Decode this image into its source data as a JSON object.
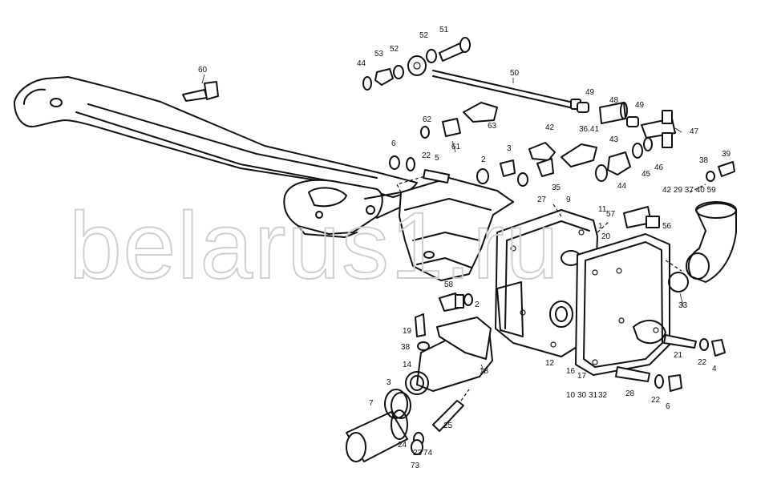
{
  "watermark": "belarus1.ru",
  "callouts": [
    "60",
    "44",
    "53",
    "52",
    "51",
    "52",
    "50",
    "49",
    "48",
    "49",
    "47",
    "62",
    "61",
    "63",
    "6",
    "22",
    "5",
    "2",
    "3",
    "35",
    "42",
    "36.41",
    "43",
    "45",
    "46",
    "44",
    "38",
    "39",
    "42 29 37 40 59",
    "27",
    "9",
    "11",
    "57",
    "56",
    "1",
    "20",
    "33",
    "58",
    "2",
    "19",
    "38",
    "12",
    "14",
    "18",
    "16",
    "17",
    "10",
    "30",
    "31",
    "32",
    "28",
    "22",
    "6",
    "21",
    "22",
    "4",
    "7",
    "3",
    "25",
    "24",
    "23",
    "74",
    "73"
  ]
}
